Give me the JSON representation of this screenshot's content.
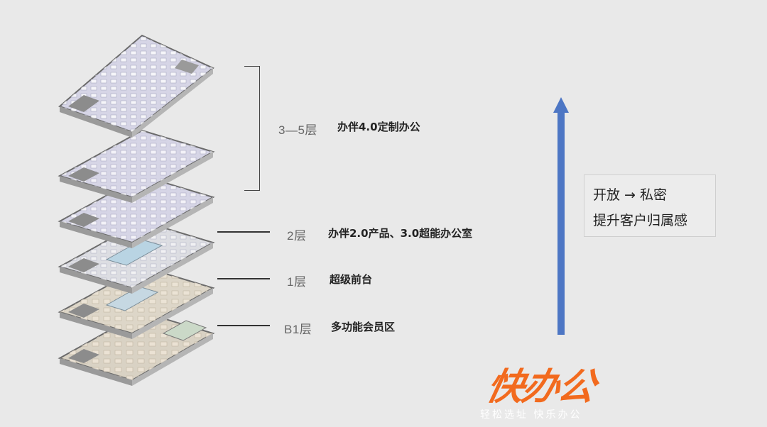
{
  "floors": [
    {
      "level": "3—5层",
      "desc": "办伴4.0定制办公"
    },
    {
      "level": "2层",
      "desc": "办伴2.0产品、3.0超能办公室"
    },
    {
      "level": "1层",
      "desc": "超级前台"
    },
    {
      "level": "B1层",
      "desc": "多功能会员区"
    }
  ],
  "side_box": {
    "line1": "开放 → 私密",
    "line2": "提升客户归属感"
  },
  "arrow": {
    "direction": "up",
    "color": "#4d76c4"
  },
  "logo": {
    "main": "快办公",
    "tagline": "轻松选址 快乐办公",
    "color": "#f26a1e"
  }
}
